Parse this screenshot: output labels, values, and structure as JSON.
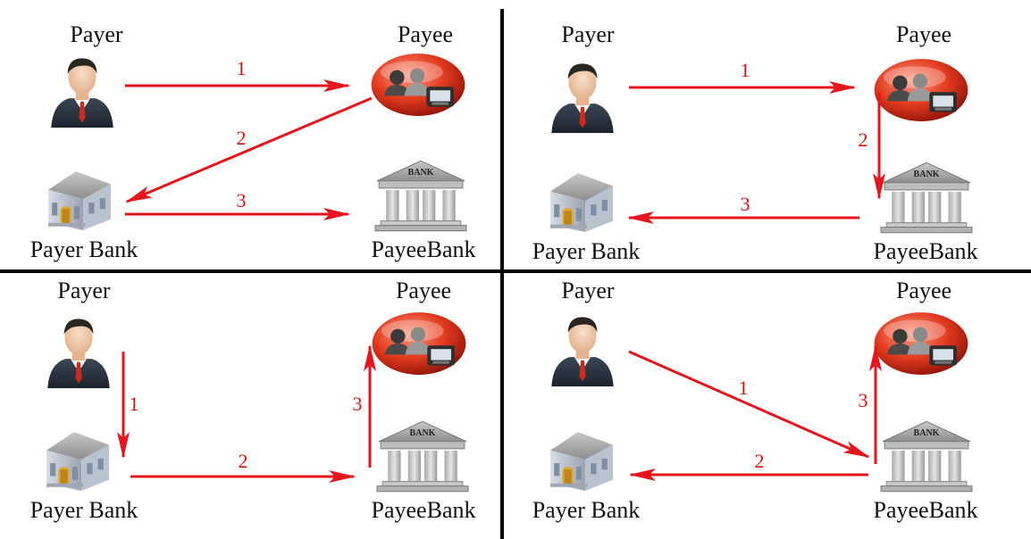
{
  "labels": {
    "payer": "Payer",
    "payee": "Payee",
    "payer_bank": "Payer Bank",
    "payee_bank": "PayeeBank",
    "bank_sign": "BANK",
    "bank_sign_small": "Bank"
  },
  "colors": {
    "arrow": "#e8141c",
    "divider": "#000000"
  },
  "icons": {
    "payer": "businessman-icon",
    "payee": "payee-terminal-icon",
    "payer_bank": "small-bank-building-icon",
    "payee_bank": "classic-bank-icon"
  },
  "panels": [
    {
      "id": "top-left",
      "flows": [
        {
          "step": "1",
          "from": "payer",
          "to": "payee"
        },
        {
          "step": "2",
          "from": "payee",
          "to": "payer_bank"
        },
        {
          "step": "3",
          "from": "payer_bank",
          "to": "payee_bank"
        }
      ]
    },
    {
      "id": "top-right",
      "flows": [
        {
          "step": "1",
          "from": "payer",
          "to": "payee"
        },
        {
          "step": "2",
          "from": "payee",
          "to": "payee_bank"
        },
        {
          "step": "3",
          "from": "payee_bank",
          "to": "payer_bank"
        }
      ]
    },
    {
      "id": "bottom-left",
      "flows": [
        {
          "step": "1",
          "from": "payer",
          "to": "payer_bank"
        },
        {
          "step": "2",
          "from": "payer_bank",
          "to": "payee_bank"
        },
        {
          "step": "3",
          "from": "payee_bank",
          "to": "payee"
        }
      ]
    },
    {
      "id": "bottom-right",
      "flows": [
        {
          "step": "1",
          "from": "payer",
          "to": "payee_bank"
        },
        {
          "step": "2",
          "from": "payee_bank",
          "to": "payer_bank"
        },
        {
          "step": "3",
          "from": "payee_bank",
          "to": "payee"
        }
      ]
    }
  ]
}
